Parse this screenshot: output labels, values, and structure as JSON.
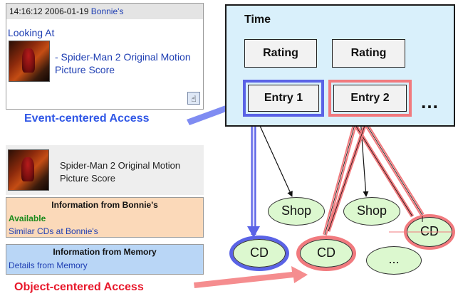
{
  "event_card": {
    "timestamp": "14:16:12 2006-01-19",
    "user": "Bonnie's",
    "looking_label": "Looking At",
    "album_title": "- Spider-Man 2 Original Motion Picture Score"
  },
  "event_access_label": "Event-centered Access",
  "object_card": {
    "album_title": "Spider-Man 2 Original Motion Picture Score",
    "bonnie_heading": "Information from Bonnie's",
    "bonnie_available": "Available",
    "bonnie_link": "Similar CDs at Bonnie's",
    "memory_heading": "Information from Memory",
    "memory_link": "Details from Memory"
  },
  "object_access_label": "Object-centered Access",
  "timeline": {
    "time_label": "Time",
    "rating_1": "Rating",
    "rating_2": "Rating",
    "entry_1": "Entry 1",
    "entry_2": "Entry 2",
    "ellipsis": "…"
  },
  "objects": {
    "shop_1": "Shop",
    "shop_2": "Shop",
    "cd_1": "CD",
    "cd_2": "CD",
    "cd_3": "CD",
    "more": "..."
  },
  "colors": {
    "event_blue": "#5a63e6",
    "object_red": "#f17a7e",
    "panel_bg": "#d9f0fb",
    "bubble_bg": "#dcf8cf"
  }
}
